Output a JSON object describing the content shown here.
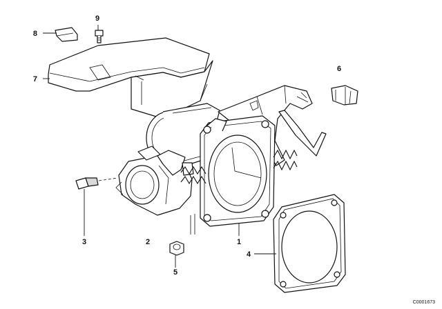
{
  "diagram": {
    "callouts": [
      {
        "id": "1",
        "label": "1"
      },
      {
        "id": "2",
        "label": "2"
      },
      {
        "id": "3",
        "label": "3"
      },
      {
        "id": "4",
        "label": "4"
      },
      {
        "id": "5",
        "label": "5"
      },
      {
        "id": "6",
        "label": "6"
      },
      {
        "id": "7",
        "label": "7"
      },
      {
        "id": "8",
        "label": "8"
      },
      {
        "id": "9",
        "label": "9"
      }
    ],
    "image_code": "C0001673"
  }
}
